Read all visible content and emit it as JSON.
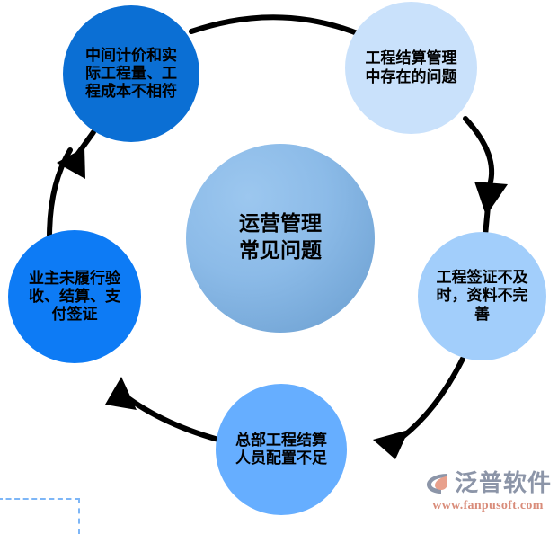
{
  "diagram": {
    "type": "cycle-diagram",
    "title": "运营管理常见问题",
    "center": {
      "label": "运营管理\n常见问题",
      "color": "#8cbbe8"
    },
    "nodes": [
      {
        "id": "settlement-problems",
        "label": "工程结算管理\n中存在的问题",
        "color": "#c9e1fb",
        "position": "top-right"
      },
      {
        "id": "visa-delay",
        "label": "工程签证不及\n时，资料不完\n善",
        "color": "#a2cefb",
        "position": "right"
      },
      {
        "id": "staffing",
        "label": "总部工程结算\n人员配置不足",
        "color": "#66aeff",
        "position": "bottom"
      },
      {
        "id": "owner-duty",
        "label": "业主未履行验\n收、结算、支\n付签证",
        "color": "#0d7bf5",
        "position": "left"
      },
      {
        "id": "mid-price",
        "label": "中间计价和实\n际工程量、工\n程成本不相符",
        "color": "#0b6fd4",
        "position": "top-left"
      }
    ],
    "arrows": [
      {
        "from": "settlement-problems",
        "to": "visa-delay",
        "color": "#000000"
      },
      {
        "from": "visa-delay",
        "to": "staffing",
        "color": "#000000"
      },
      {
        "from": "staffing",
        "to": "owner-duty",
        "color": "#000000"
      },
      {
        "from": "owner-duty",
        "to": "mid-price",
        "color": "#000000"
      },
      {
        "from": "mid-price",
        "to": "settlement-problems",
        "color": "#000000"
      }
    ]
  },
  "watermark": {
    "brand": "泛普软件",
    "url": "www.fanpusoft.com",
    "logo_icon": "fanpu-swoosh-logo-icon",
    "brand_color": "#8c95a8",
    "url_color": "#d98c7a"
  }
}
